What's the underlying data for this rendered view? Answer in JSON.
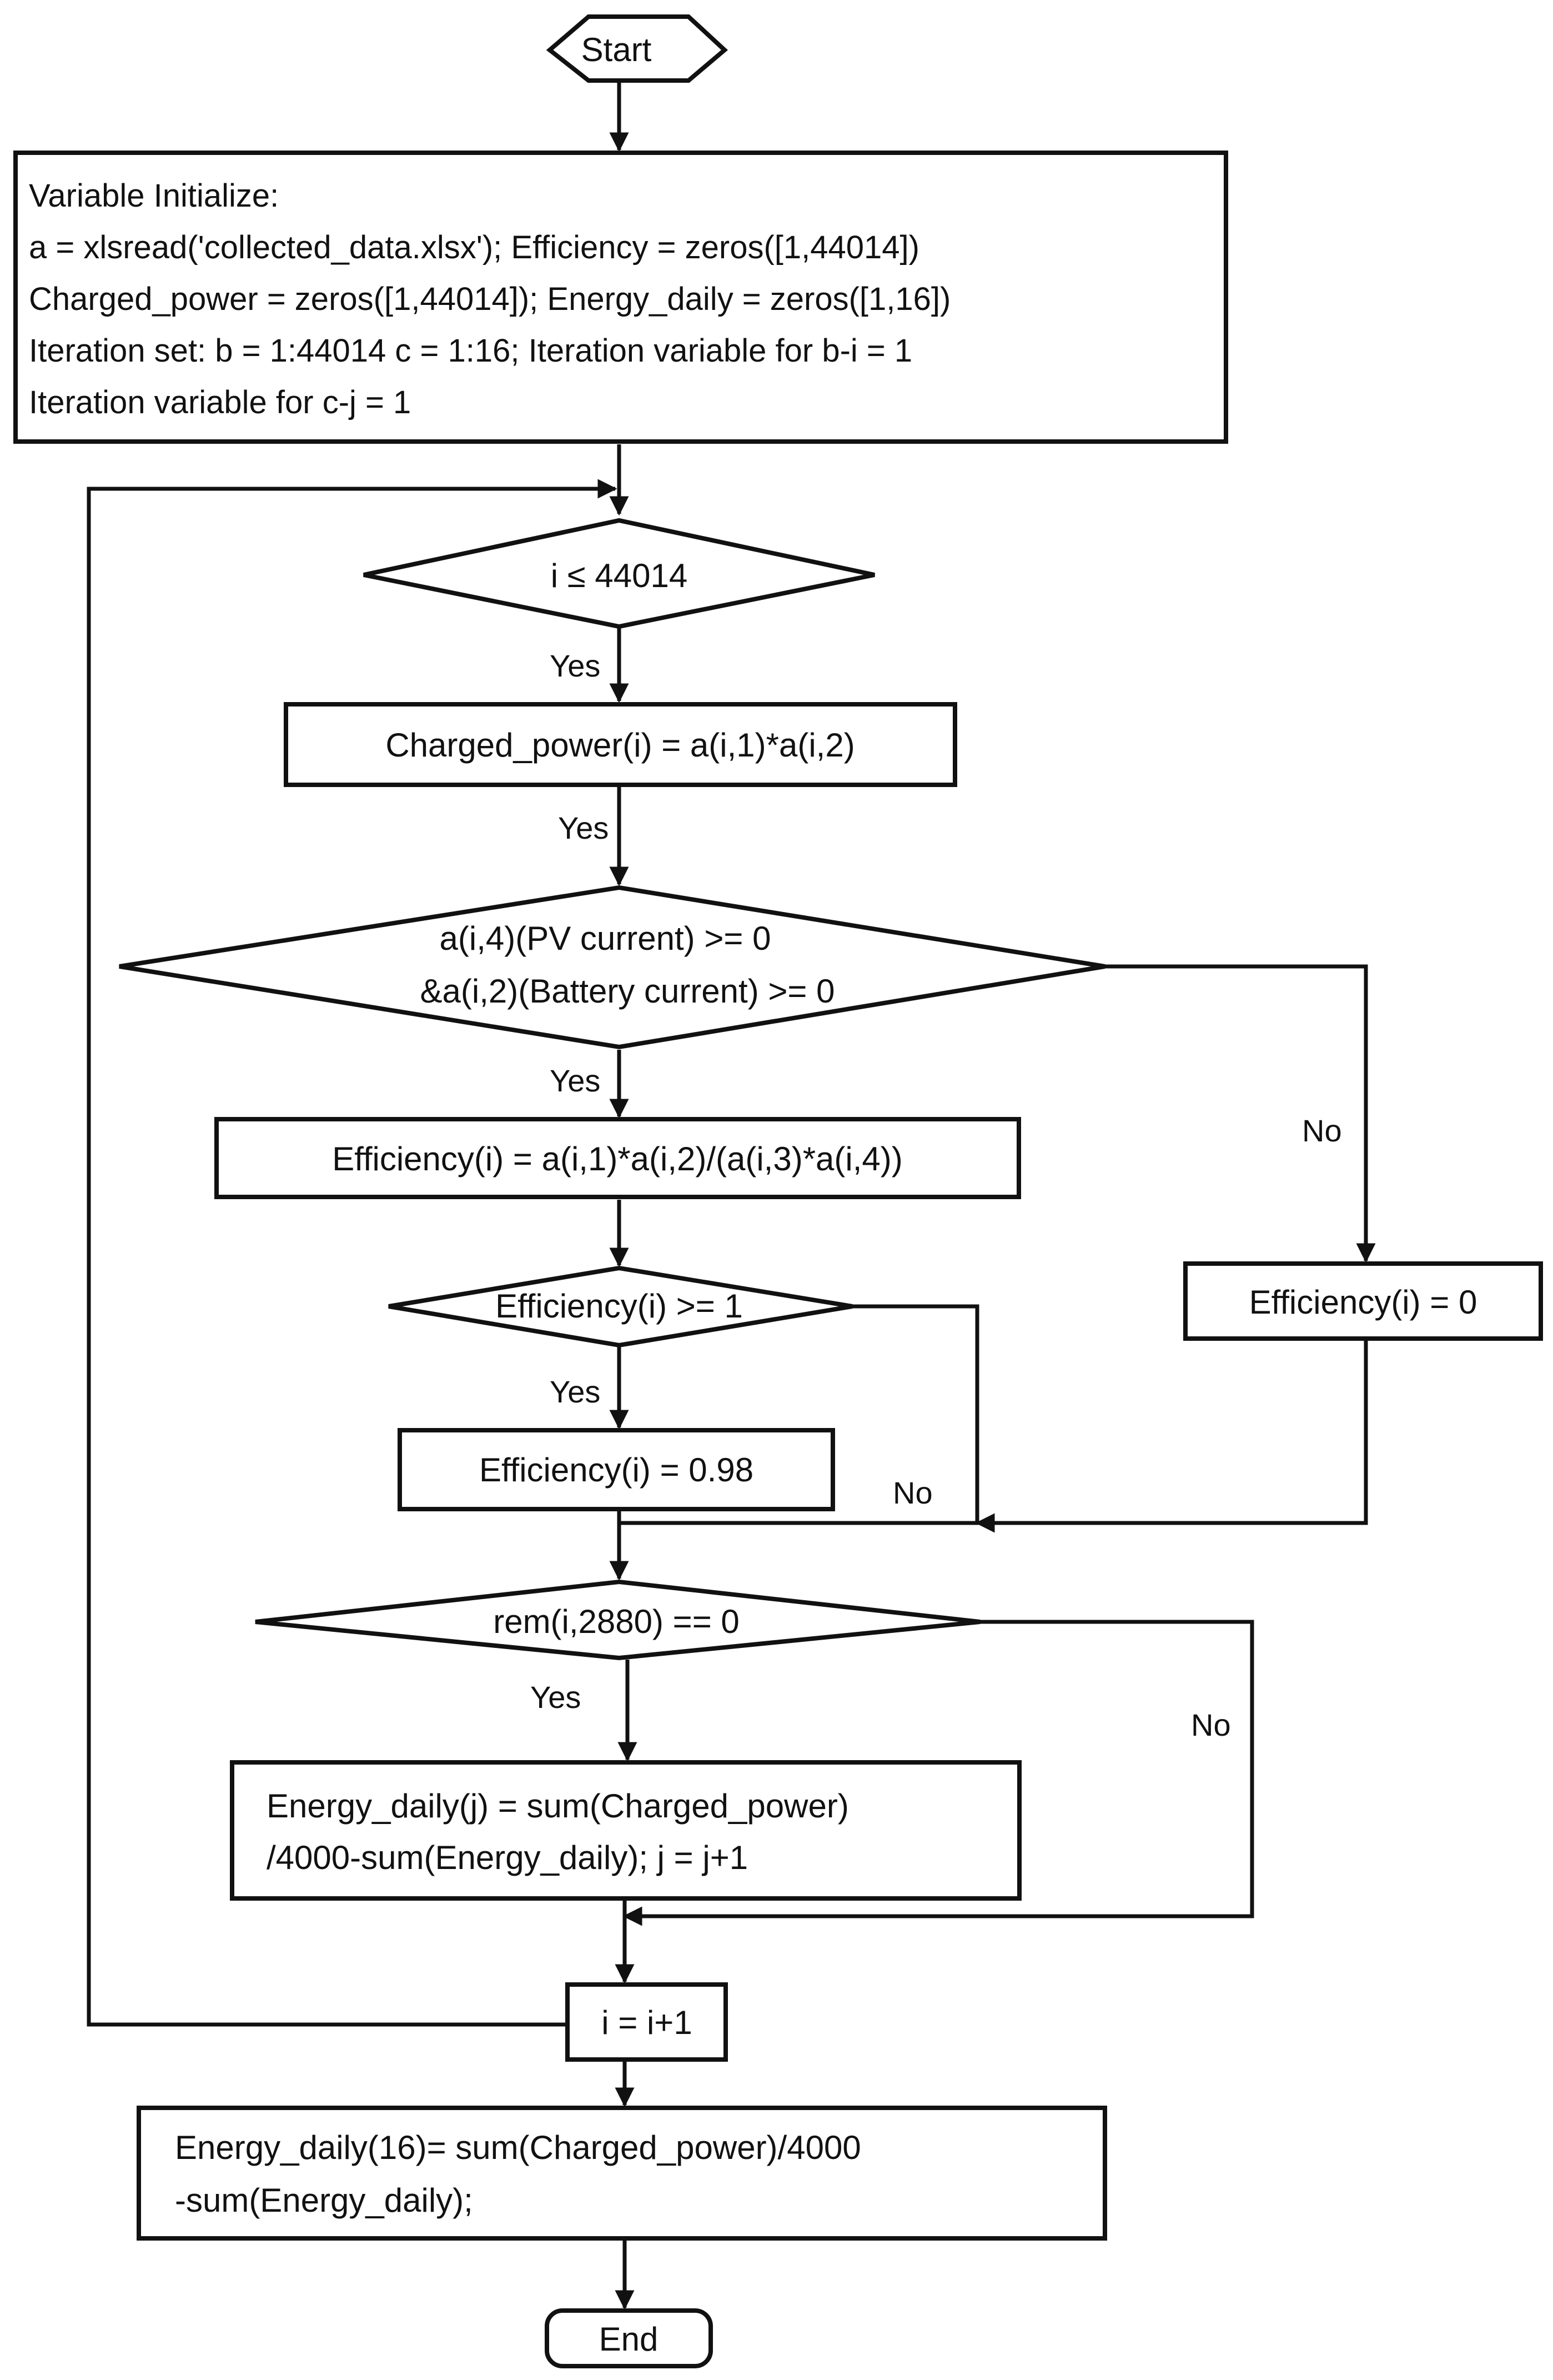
{
  "nodes": {
    "start": "Start",
    "init": {
      "line1": "Variable Initialize:",
      "line2": "a = xlsread('collected_data.xlsx'); Efficiency = zeros([1,44014])",
      "line3": "Charged_power = zeros([1,44014]); Energy_daily = zeros([1,16])",
      "line4": "Iteration set: b = 1:44014 c = 1:16; Iteration variable for b-i = 1",
      "line5": "Iteration variable for c-j = 1"
    },
    "cond_i": "i ≤ 44014",
    "charged_power": "Charged_power(i) = a(i,1)*a(i,2)",
    "cond_currents": {
      "line1": "a(i,4)(PV current) >= 0",
      "line2": "&a(i,2)(Battery current) >= 0"
    },
    "efficiency_calc": "Efficiency(i) = a(i,1)*a(i,2)/(a(i,3)*a(i,4))",
    "efficiency_zero": "Efficiency(i) = 0",
    "cond_eff": "Efficiency(i) >= 1",
    "efficiency_cap": "Efficiency(i) = 0.98",
    "cond_rem": "rem(i,2880) == 0",
    "energy_daily": {
      "line1": "Energy_daily(j) = sum(Charged_power)",
      "line2": "/4000-sum(Energy_daily); j = j+1"
    },
    "increment": "i = i+1",
    "energy_final": {
      "line1": "Energy_daily(16)= sum(Charged_power)/4000",
      "line2": "-sum(Energy_daily);"
    },
    "end": "End"
  },
  "labels": {
    "yes_1": "Yes",
    "yes_2": "Yes",
    "yes_3": "Yes",
    "no_currents": "No",
    "yes_4": "Yes",
    "no_eff": "No",
    "yes_5": "Yes",
    "no_rem": "No"
  }
}
